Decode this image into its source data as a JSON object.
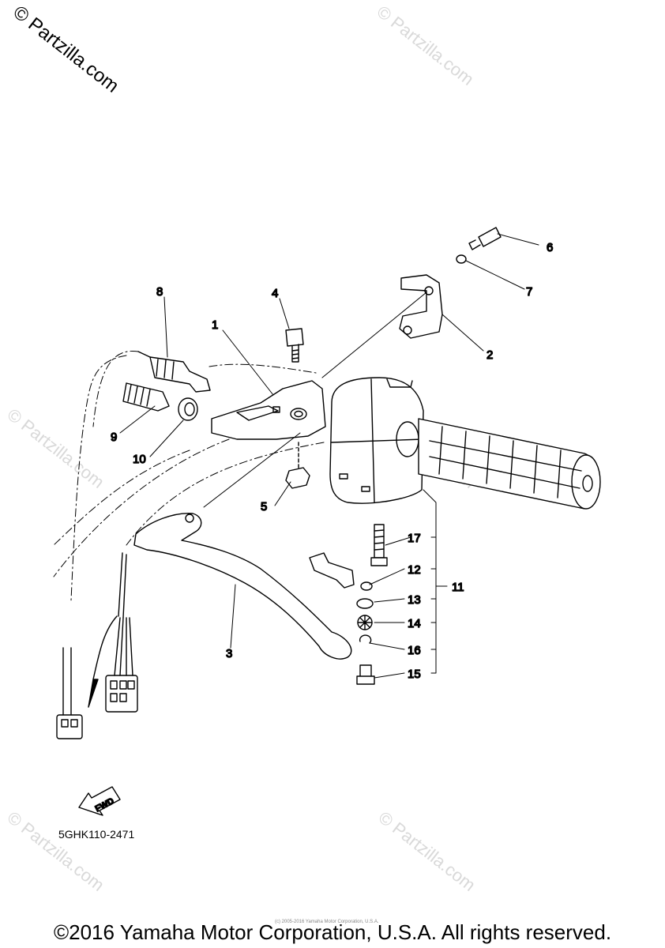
{
  "watermark": {
    "main": "© Partzilla.com",
    "faint": "© Partzilla.com"
  },
  "callouts": [
    "1",
    "2",
    "3",
    "4",
    "5",
    "6",
    "7",
    "8",
    "9",
    "10",
    "11",
    "12",
    "13",
    "14",
    "15",
    "16",
    "17"
  ],
  "fwd_label": "FWD",
  "part_number": "5GHK110-2471",
  "fine_print": "(c) 2005-2016 Yamaha Motor Corporation, U.S.A.",
  "copyright": "©2016 Yamaha Motor Corporation, U.S.A. All rights reserved."
}
